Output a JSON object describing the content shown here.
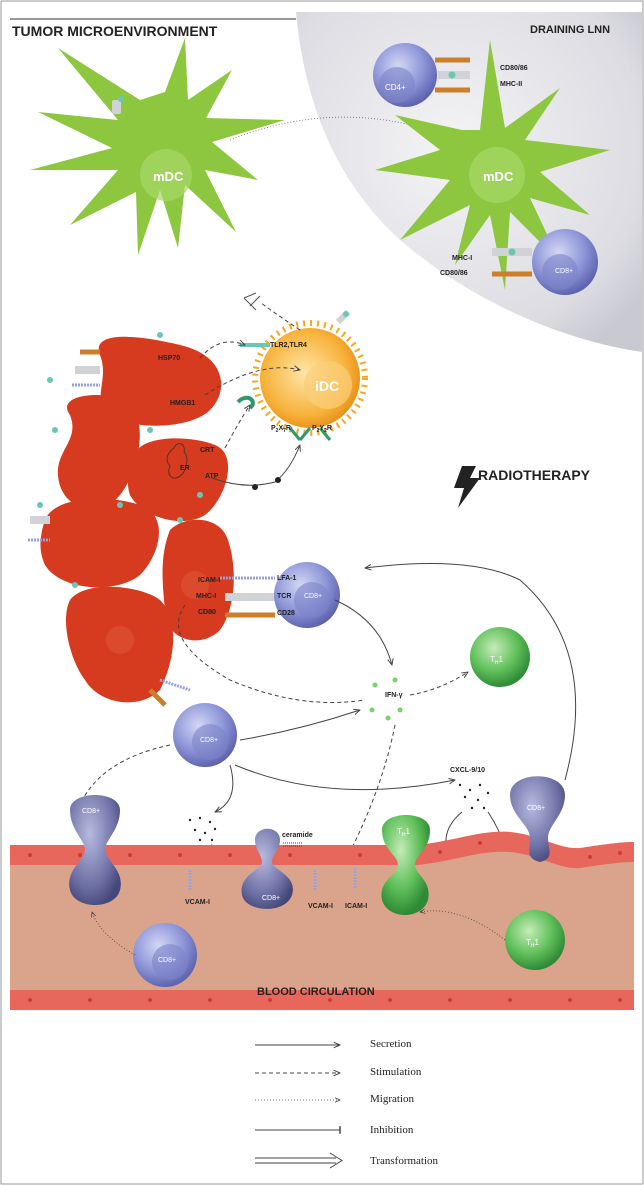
{
  "panels": {
    "tumor_title": "TUMOR MICROENVIRONMENT",
    "lnn_title": "DRAINING LNN",
    "blood_title": "BLOOD CIRCULATION",
    "radiotherapy": "RADIOTHERAPY"
  },
  "cells": {
    "mdc": "mDC",
    "idc": "iDC",
    "cd4": "CD4+",
    "cd8": "CD8+",
    "th1": "T",
    "th1_sub": "H",
    "th1_tail": "1"
  },
  "molecules": {
    "cd80_86": "CD80/86",
    "mhc_ii": "MHC-II",
    "mhc_i": "MHC-I",
    "hsp70": "HSP70",
    "hmgb1": "HMGB1",
    "tlr": "TLR2,TLR4",
    "crt": "CRT",
    "er": "ER",
    "atp": "ATP",
    "p2x7": "P",
    "p2x7_sub": "2",
    "p2x7_mid": "X",
    "p2x7_sub2": "7",
    "p2x7_tail": "R",
    "p2y2": "P",
    "p2y2_sub": "2",
    "p2y2_mid": "Y",
    "p2y2_sub2": "2",
    "p2y2_tail": "R",
    "icam": "ICAM-I",
    "lfa": "LFA-1",
    "tcr": "TCR",
    "cd80": "CD80",
    "cd28": "CD28",
    "ifn": "IFN-γ",
    "cxcl": "CXCL-9/10",
    "ceramide": "ceramide",
    "vcam": "VCAM-I"
  },
  "legend": [
    {
      "style": "solid-arrow",
      "label": "Secretion"
    },
    {
      "style": "dashed-arrow",
      "label": "Stimulation"
    },
    {
      "style": "dotted-arrow",
      "label": "Migration"
    },
    {
      "style": "inhibition",
      "label": "Inhibition"
    },
    {
      "style": "double-arrow",
      "label": "Transformation"
    }
  ],
  "colors": {
    "tumor": "#d63a1f",
    "mdc": "#8dc63f",
    "idc": "#f5a623",
    "tcell": "#8e96d8",
    "th1": "#5fbf5a",
    "vessel": "#d9a48b",
    "endothelium": "#e8675c",
    "lnn": "#e8e8ec"
  }
}
